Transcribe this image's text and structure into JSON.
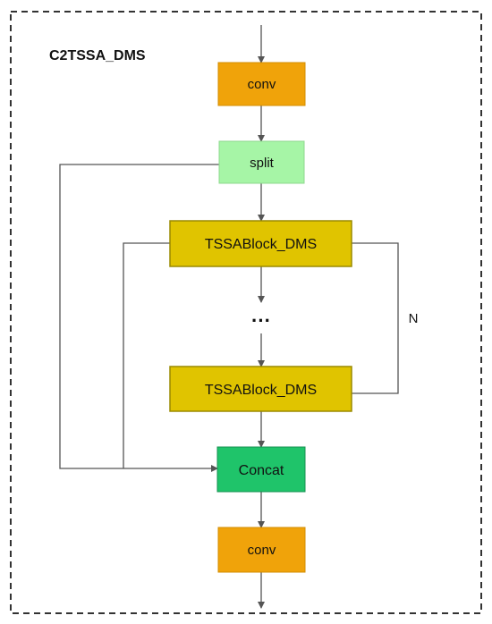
{
  "diagram": {
    "title": "C2TSSA_DMS",
    "nodes": {
      "conv_top": {
        "label": "conv",
        "color": "#f0a30a"
      },
      "split": {
        "label": "split",
        "color": "#a6f5a6"
      },
      "tssa_block_1": {
        "label": "TSSABlock_DMS",
        "color": "#e0c400"
      },
      "ellipsis": {
        "label": "···"
      },
      "tssa_block_2": {
        "label": "TSSABlock_DMS",
        "color": "#e0c400"
      },
      "concat": {
        "label": "Concat",
        "color": "#1fc46a"
      },
      "conv_bottom": {
        "label": "conv",
        "color": "#f0a30a"
      }
    },
    "repeat_label": "N",
    "colors": {
      "border": "#333333",
      "line": "#555555",
      "box_stroke": "#999999"
    }
  }
}
